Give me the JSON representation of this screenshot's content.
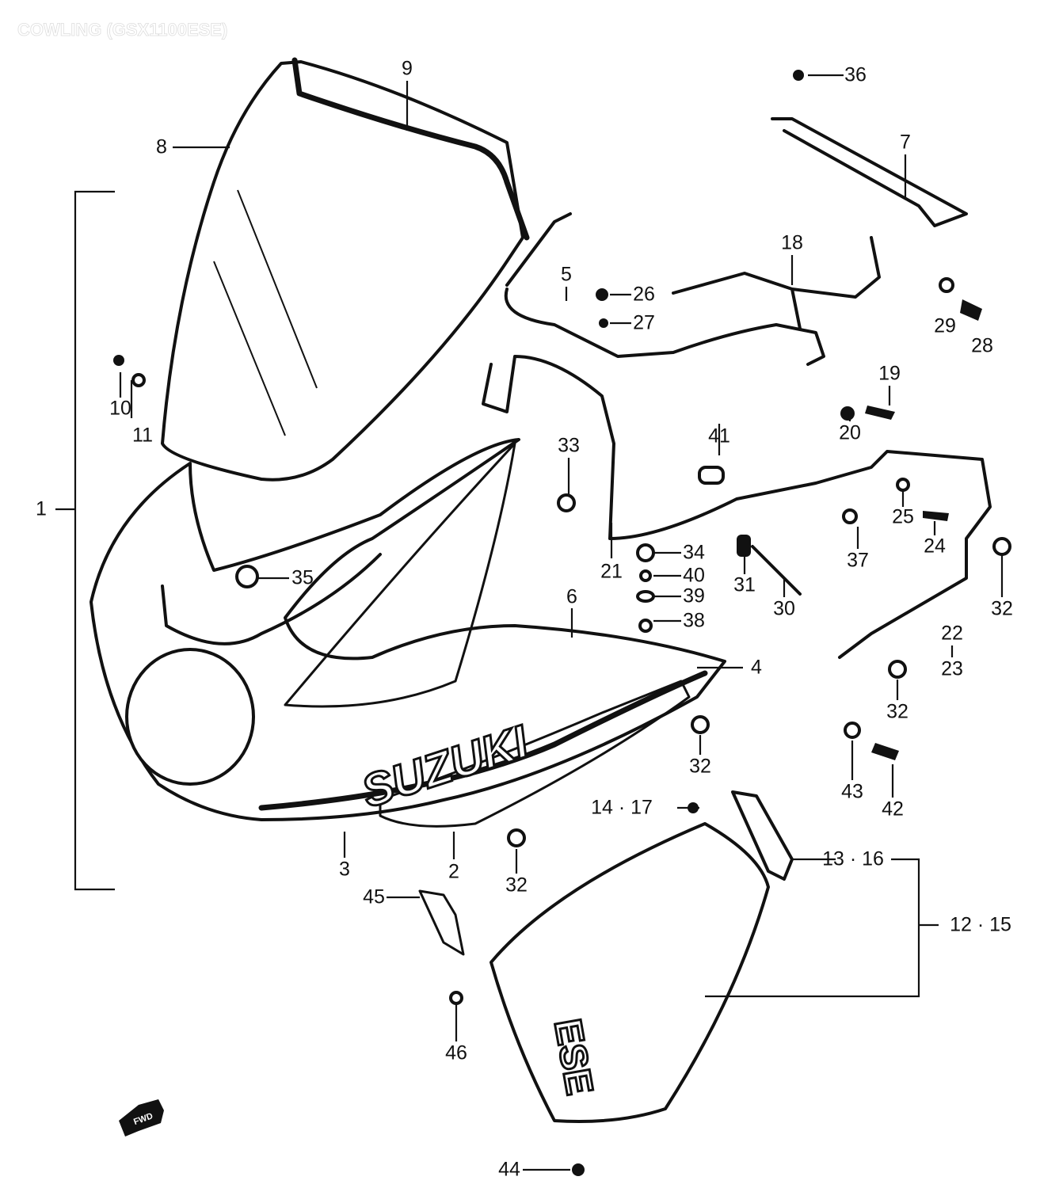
{
  "title": "COWLING (GSX1100ESE)",
  "logo_text": "SUZUKI",
  "side_cover_text": "ESE",
  "direction_arrow_text": "FWD",
  "labels": [
    "36",
    "9",
    "7",
    "8",
    "18",
    "5",
    "26",
    "27",
    "29",
    "28",
    "10",
    "11",
    "19",
    "20",
    "41",
    "33",
    "1",
    "25",
    "24",
    "37",
    "34",
    "40",
    "39",
    "38",
    "35",
    "21",
    "31",
    "30",
    "32",
    "22",
    "23",
    "6",
    "4",
    "32",
    "32",
    "32",
    "43",
    "42",
    "14 · 17",
    "13 · 16",
    "3",
    "2",
    "12 · 15",
    "45",
    "46",
    "44"
  ]
}
